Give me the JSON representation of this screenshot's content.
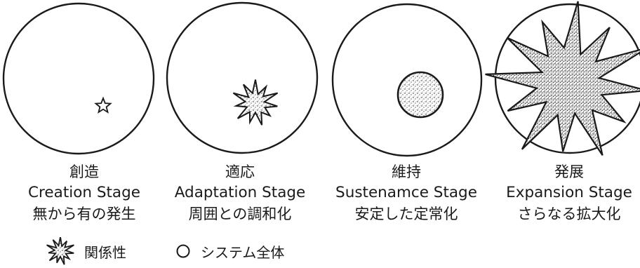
{
  "stages": [
    {
      "title_ja": "創造",
      "title_en": "Creation Stage",
      "desc_ja": "無から有の発生",
      "shape": "star-icon"
    },
    {
      "title_ja": "適応",
      "title_en": "Adaptation Stage",
      "desc_ja": "周囲との調和化",
      "shape": "starburst-icon"
    },
    {
      "title_ja": "維持",
      "title_en": "Sustenamce Stage",
      "desc_ja": "安定した定常化",
      "shape": "circle-icon"
    },
    {
      "title_ja": "発展",
      "title_en": "Expansion Stage",
      "desc_ja": "さらなる拡大化",
      "shape": "large-starburst-icon"
    }
  ],
  "legend": {
    "relationship_label": "関係性",
    "relationship_icon": "starburst-icon",
    "system_label": "システム全体",
    "system_icon": "circle-outline-icon"
  },
  "colors": {
    "stroke": "#1a1a1a",
    "fill": "#ffffff",
    "stipple": "#1a1a1a"
  }
}
